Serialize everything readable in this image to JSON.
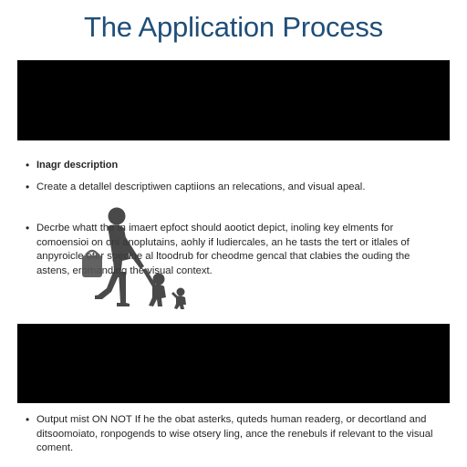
{
  "header": {
    "title": "The Application Process"
  },
  "bullets": [
    {
      "text": "Inagr description"
    },
    {
      "text": "Create a detallel descriptiwen captiions an relecations, and visual apeal."
    },
    {
      "text": "Decrbe whatt the tn imaert epfoct should aootict depict, inoling key elments for comoensioi on oni anoplutains, aohly if ludiercales, an he tasts the tert or itlales of anpyroicle oter specine al ltoodrub for cheodme gencal that clabies the ouding the astens, eromanding the visual context."
    },
    {
      "text": "Output mist ON NOT If he the obat asterks, quteds human readerg, or decortland and ditsoomoiato, ronpogends to wise otsery ling, ance the renebuls if relevant to the visual coment."
    }
  ],
  "illustration": {
    "icon": "adult-walking-with-children-silhouette-icon"
  },
  "colors": {
    "title": "#1f4e79",
    "panel": "#000000",
    "text": "#262626",
    "figure": "#3a3a3a"
  }
}
